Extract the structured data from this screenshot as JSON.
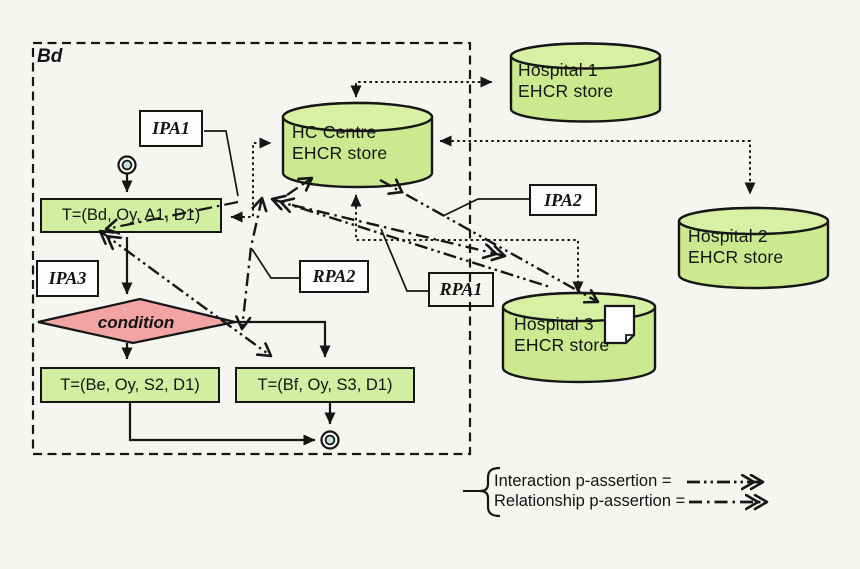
{
  "diagram": {
    "boundary": {
      "label": "Bd"
    },
    "stores": [
      {
        "id": "hospital1",
        "line1": "Hospital 1",
        "line2": "EHCR store"
      },
      {
        "id": "hc-centre",
        "line1": "HC Centre",
        "line2": "EHCR store"
      },
      {
        "id": "hospital2",
        "line1": "Hospital 2",
        "line2": "EHCR store"
      },
      {
        "id": "hospital3",
        "line1": "Hospital 3",
        "line2": "EHCR store"
      }
    ],
    "tasks": [
      {
        "id": "t1",
        "label": "T=(Bd, Oy, A1, D1)"
      },
      {
        "id": "t2",
        "label": "T=(Be, Oy, S2, D1)"
      },
      {
        "id": "t3",
        "label": "T=(Bf, Oy, S3, D1)"
      }
    ],
    "decision": {
      "label": "condition"
    },
    "assertion_labels": [
      {
        "id": "ipa1",
        "label": "IPA1"
      },
      {
        "id": "ipa2",
        "label": "IPA2"
      },
      {
        "id": "ipa3",
        "label": "IPA3"
      },
      {
        "id": "rpa2",
        "label": "RPA2"
      },
      {
        "id": "rpa1",
        "label": "RPA1"
      }
    ],
    "legend": {
      "interaction_label": "Interaction p-assertion =",
      "relationship_label": "Relationship p-assertion ="
    },
    "icons": [
      "document-icon",
      "start-node-icon",
      "end-node-icon"
    ],
    "colors": {
      "background": "#f5f6f2",
      "store_fill": "#cbe98e",
      "store_top_fill": "#d7f0a4",
      "task_fill": "#d0efa0",
      "decision_fill": "#f2a3a3",
      "node_inner": "#c2e4df",
      "stroke": "#161616"
    }
  }
}
